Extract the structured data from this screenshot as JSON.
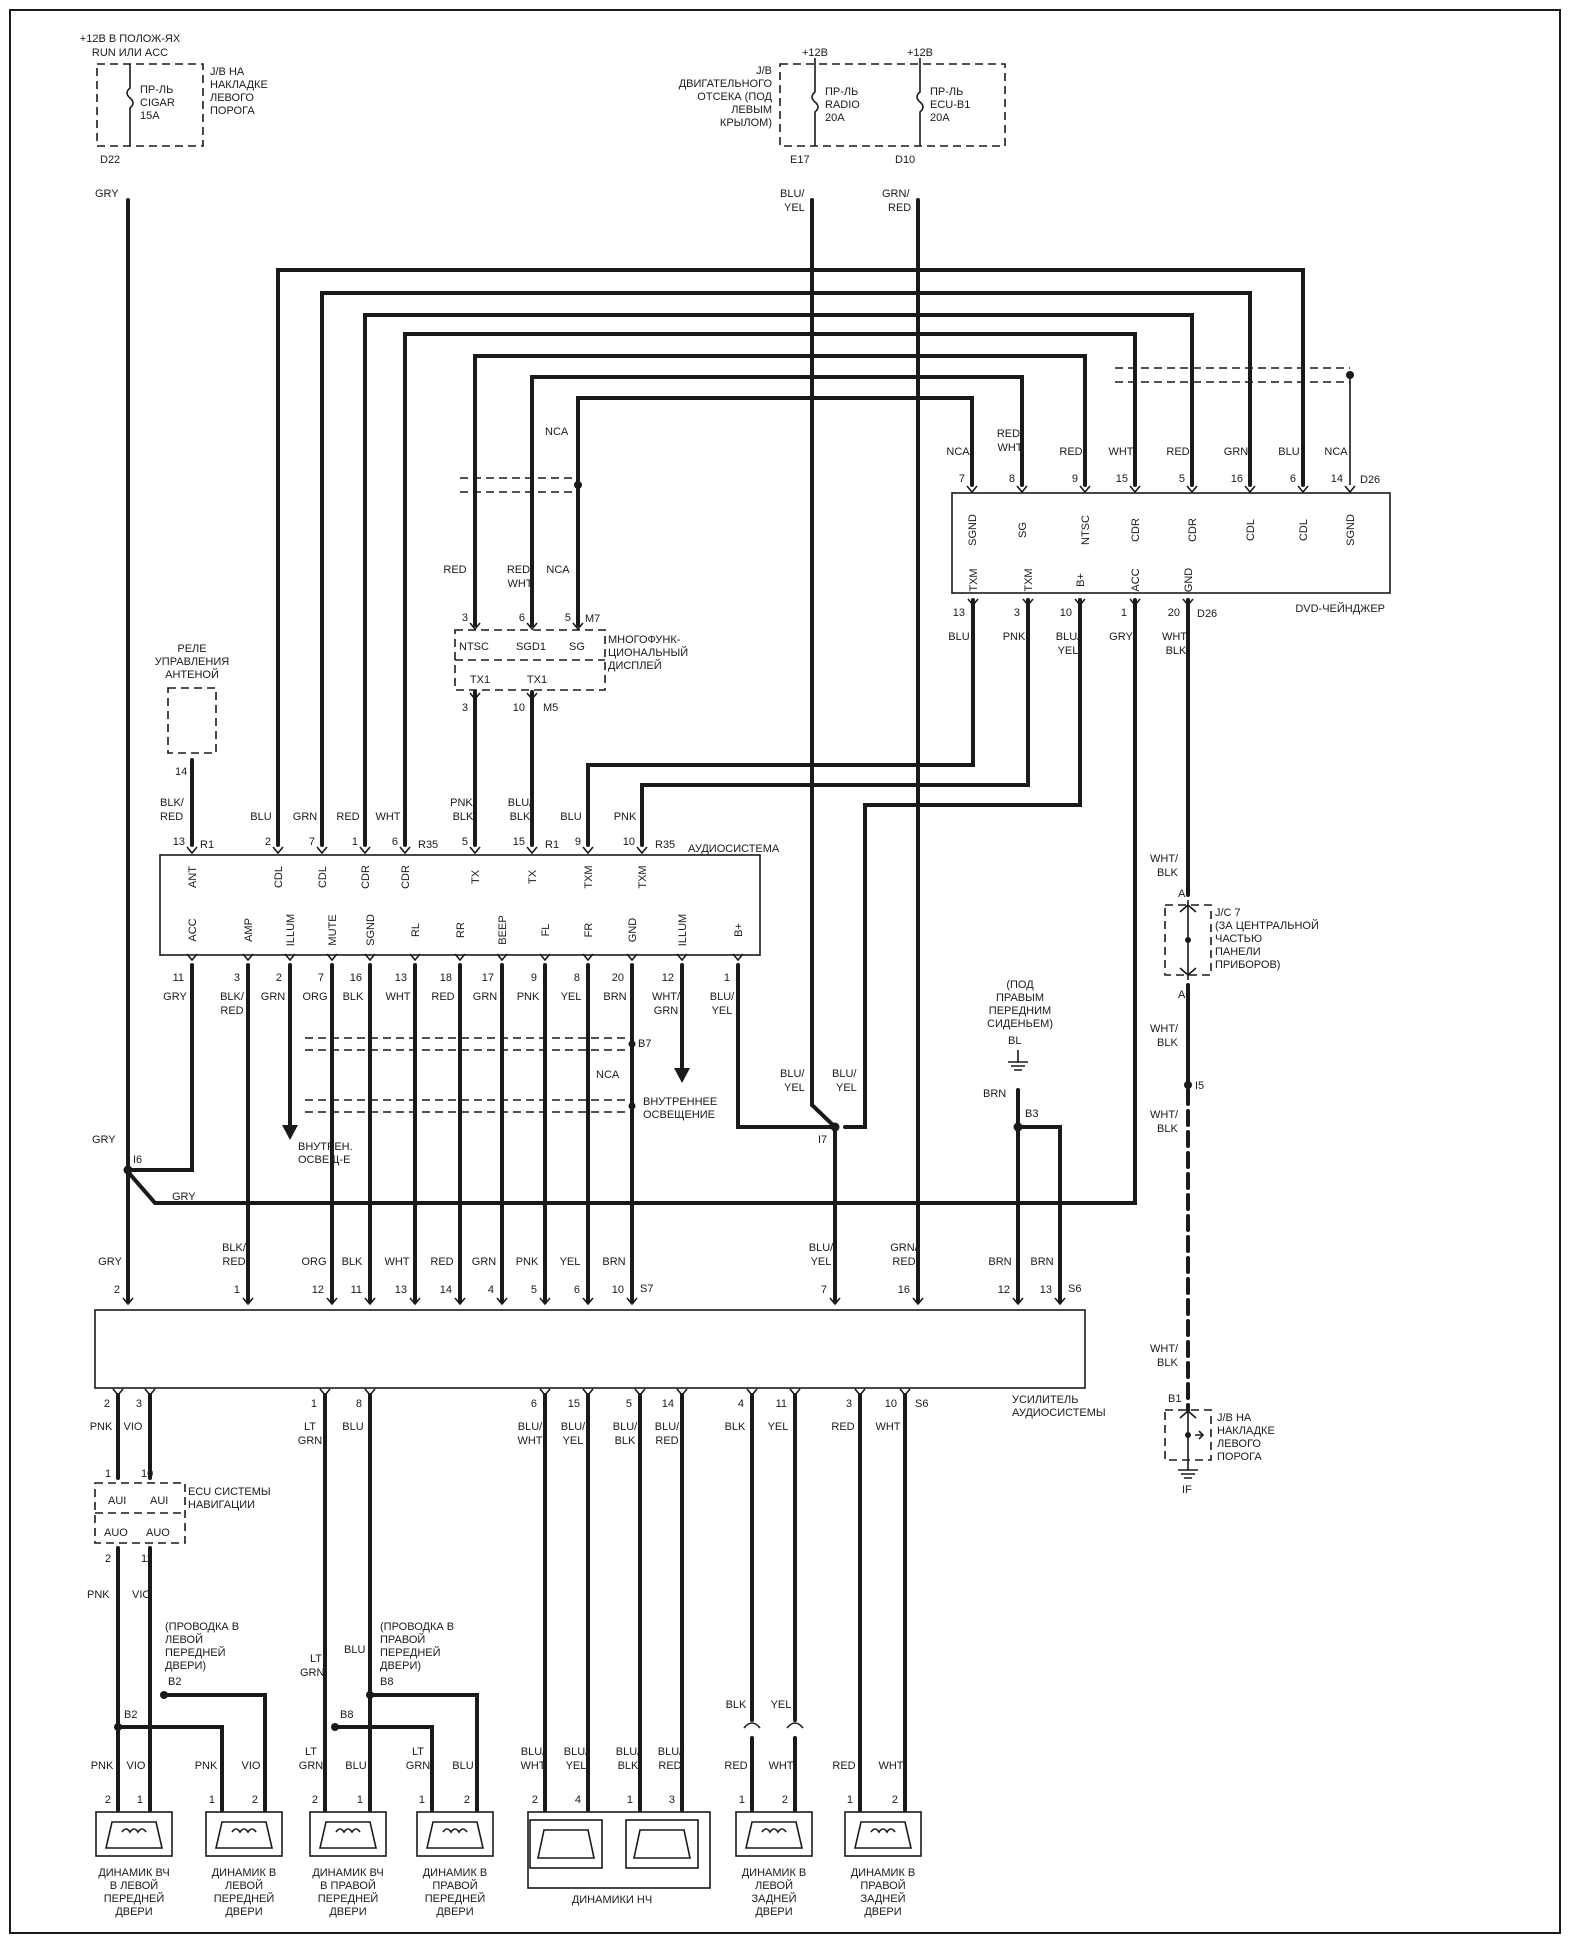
{
  "fuses": {
    "left": {
      "supply": "+12В В ПОЛОЖ-ЯХ",
      "supply2": "RUN ИЛИ ACC",
      "jb1": "J/B НА",
      "jb2": "НАКЛАДКЕ",
      "jb3": "ЛЕВОГО",
      "jb4": "ПОРОГА",
      "f1": "ПР-ЛЬ",
      "f2": "CIGAR",
      "f3": "15A",
      "connector": "D22",
      "wire": "GRY"
    },
    "engine_jb": {
      "l1": "J/B",
      "l2": "ДВИГАТЕЛЬНОГО",
      "l3": "ОТСЕКА (ПОД",
      "l4": "ЛЕВЫМ",
      "l5": "КРЫЛОМ)"
    },
    "radio": {
      "supply": "+12В",
      "f1": "ПР-ЛЬ",
      "f2": "RADIO",
      "f3": "20A",
      "connector": "E17",
      "wire1": "BLU/",
      "wire2": "YEL"
    },
    "ecu": {
      "supply": "+12В",
      "f1": "ПР-ЛЬ",
      "f2": "ECU-B1",
      "f3": "20A",
      "connector": "D10",
      "wire1": "GRN/",
      "wire2": "RED"
    }
  },
  "dvd": {
    "title": "DVD-ЧЕЙНДЖЕР",
    "top_connector": "D26",
    "top_pins": [
      {
        "wire": "NCA",
        "num": "7",
        "label": "SGND"
      },
      {
        "wire": "RED/",
        "wire2": "WHT",
        "num": "8",
        "label": "SG"
      },
      {
        "wire": "RED",
        "num": "9",
        "label": "NTSC"
      },
      {
        "wire": "WHT",
        "num": "15",
        "label": "CDR"
      },
      {
        "wire": "RED",
        "num": "5",
        "label": "CDR"
      },
      {
        "wire": "GRN",
        "num": "16",
        "label": "CDL"
      },
      {
        "wire": "BLU",
        "num": "6",
        "label": "CDL"
      },
      {
        "wire": "NCA",
        "num": "14",
        "label": "SGND"
      }
    ],
    "bottom_connector": "D26",
    "bottom_pins": [
      {
        "label": "TXM",
        "num": "13",
        "wire": "BLU"
      },
      {
        "label": "TXM",
        "num": "3",
        "wire": "PNK"
      },
      {
        "label": "B+",
        "num": "10",
        "wire": "BLU/",
        "wire2": "YEL"
      },
      {
        "label": "ACC",
        "num": "1",
        "wire": "GRY"
      },
      {
        "label": "GND",
        "num": "20",
        "wire": "WHT/",
        "wire2": "BLK"
      }
    ]
  },
  "display": {
    "l1": "МНОГОФУНК-",
    "l2": "ЦИОНАЛЬНЫЙ",
    "l3": "ДИСПЛЕЙ",
    "top_connector": "M7",
    "bottom_connector": "M5",
    "nca": "NCA",
    "top_pins": [
      {
        "wire": "RED",
        "num": "3",
        "label": "NTSC"
      },
      {
        "wire": "RED/",
        "wire2": "WHT",
        "num": "6",
        "label": "SGD1"
      },
      {
        "wire": "NCA",
        "num": "5",
        "label": "SG"
      }
    ],
    "bottom_pins": [
      {
        "label": "TX1",
        "num": "3",
        "wire": "PNK/",
        "wire2": "BLK"
      },
      {
        "label": "TX1",
        "num": "10",
        "wire": "BLU/",
        "wire2": "BLK"
      }
    ]
  },
  "relay": {
    "l1": "РЕЛЕ",
    "l2": "УПРАВЛЕНИЯ",
    "l3": "АНТЕНОЙ",
    "pin": "14",
    "wire1": "BLK/",
    "wire2": "RED"
  },
  "audio": {
    "title": "АУДИОСИСТЕМА",
    "conn_r1": "R1",
    "conn_r35": "R35",
    "conn_r35b": "R35",
    "conn_r1b": "R1",
    "top_pins": [
      {
        "num": "13",
        "label": "ANT"
      },
      {
        "num": "2",
        "label": "CDL",
        "wire": "BLU"
      },
      {
        "num": "7",
        "label": "CDL",
        "wire": "GRN"
      },
      {
        "num": "1",
        "label": "CDR",
        "wire": "RED"
      },
      {
        "num": "6",
        "label": "CDR",
        "wire": "WHT"
      },
      {
        "num": "5",
        "label": "TX"
      },
      {
        "num": "15",
        "label": "TX"
      },
      {
        "num": "9",
        "label": "TXM",
        "wire": "BLU"
      },
      {
        "num": "10",
        "label": "TXM",
        "wire": "PNK"
      }
    ],
    "bottom_pins": [
      {
        "label": "ACC",
        "num": "11",
        "wire": "GRY"
      },
      {
        "label": "AMP",
        "num": "3",
        "wire": "BLK/",
        "wire2": "RED"
      },
      {
        "label": "ILLUM",
        "num": "2",
        "wire": "GRN"
      },
      {
        "label": "MUTE",
        "num": "7",
        "wire": "ORG"
      },
      {
        "label": "SGND",
        "num": "16",
        "wire": "BLK"
      },
      {
        "label": "RL",
        "num": "13",
        "wire": "WHT"
      },
      {
        "label": "RR",
        "num": "18",
        "wire": "RED"
      },
      {
        "label": "BEEP",
        "num": "17",
        "wire": "GRN"
      },
      {
        "label": "FL",
        "num": "9",
        "wire": "PNK"
      },
      {
        "label": "FR",
        "num": "8",
        "wire": "YEL"
      },
      {
        "label": "GND",
        "num": "20",
        "wire": "BRN"
      },
      {
        "label": "ILLUM",
        "num": "12",
        "wire": "WHT/",
        "wire2": "GRN"
      },
      {
        "label": "B+",
        "num": "1",
        "wire": "BLU/",
        "wire2": "YEL"
      }
    ]
  },
  "misc": {
    "inner_light_l1": "ВНУТРЕН.",
    "inner_light_l2": "ОСВЕЩ-Е",
    "inner_light2_l1": "ВНУТРЕННЕЕ",
    "inner_light2_l2": "ОСВЕЩЕНИЕ",
    "b7": "B7",
    "nca": "NCA",
    "i6": "I6",
    "i7": "I7",
    "gry": "GRY",
    "gry2": "GRY",
    "blu_yel_a1": "BLU/",
    "blu_yel_a2": "YEL",
    "blu_yel_b1": "BLU/",
    "blu_yel_b2": "YEL",
    "ground_l1": "(ПОД",
    "ground_l2": "ПРАВЫМ",
    "ground_l3": "ПЕРЕДНИМ",
    "ground_l4": "СИДЕНЬЕМ)",
    "bl": "BL",
    "brn": "BRN",
    "b3": "B3",
    "jc7": "J/C 7",
    "jc7_l1": "(ЗА ЦЕНТРАЛЬНОЙ",
    "jc7_l2": "ЧАСТЬЮ",
    "jc7_l3": "ПАНЕЛИ",
    "jc7_l4": "ПРИБОРОВ)",
    "jc_a_top": "A",
    "jc_a_bot": "A",
    "i5": "I5",
    "wb1": "WHT/",
    "wb2": "BLK",
    "jb_l1": "J/B НА",
    "jb_l2": "НАКЛАДКЕ",
    "jb_l3": "ЛЕВОГО",
    "jb_l4": "ПОРОГА",
    "b1": "B1",
    "if": "IF"
  },
  "amplifier": {
    "title1": "УСИЛИТЕЛЬ",
    "title2": "АУДИОСИСТЕМЫ",
    "conn_s7": "S7",
    "conn_s6": "S6",
    "conn_s6b": "S6",
    "top_pins": [
      {
        "wire": "GRY",
        "num": "2"
      },
      {
        "wire": "BLK/",
        "wire2": "RED",
        "num": "1"
      },
      {
        "wire": "ORG",
        "num": "12"
      },
      {
        "wire": "BLK",
        "num": "11"
      },
      {
        "wire": "WHT",
        "num": "13"
      },
      {
        "wire": "RED",
        "num": "14"
      },
      {
        "wire": "GRN",
        "num": "4"
      },
      {
        "wire": "PNK",
        "num": "5"
      },
      {
        "wire": "YEL",
        "num": "6"
      },
      {
        "wire": "BRN",
        "num": "10"
      },
      {
        "wire": "BLU/",
        "wire2": "YEL",
        "num": "7"
      },
      {
        "wire": "GRN/",
        "wire2": "RED",
        "num": "16"
      },
      {
        "wire": "BRN",
        "num": "12"
      },
      {
        "wire": "BRN",
        "num": "13"
      }
    ],
    "bottom_pins": [
      {
        "num": "2",
        "wire": "PNK"
      },
      {
        "num": "3",
        "wire": "VIO"
      },
      {
        "num": "1",
        "wire": "LT",
        "wire2": "GRN"
      },
      {
        "num": "8",
        "wire": "BLU"
      },
      {
        "num": "6",
        "wire": "BLU/",
        "wire2": "WHT"
      },
      {
        "num": "15",
        "wire": "BLU/",
        "wire2": "YEL"
      },
      {
        "num": "5",
        "wire": "BLU/",
        "wire2": "BLK"
      },
      {
        "num": "14",
        "wire": "BLU/",
        "wire2": "RED"
      },
      {
        "num": "4",
        "wire": "BLK"
      },
      {
        "num": "11",
        "wire": "YEL"
      },
      {
        "num": "3",
        "wire": "RED"
      },
      {
        "num": "10",
        "wire": "WHT"
      }
    ]
  },
  "nav": {
    "l1": "ECU СИСТЕМЫ",
    "l2": "НАВИГАЦИИ",
    "p1": "1",
    "p10": "10",
    "p2": "2",
    "p11": "11",
    "aui": "AUI",
    "aui2": "AUI",
    "auo": "AUO",
    "auo2": "AUO",
    "pnk": "PNK",
    "vio": "VIO"
  },
  "door_notes": {
    "left_l1": "(ПРОВОДКА В",
    "left_l2": "ЛЕВОЙ",
    "left_l3": "ПЕРЕДНЕЙ",
    "left_l4": "ДВЕРИ)",
    "right_l1": "(ПРОВОДКА В",
    "right_l2": "ПРАВОЙ",
    "right_l3": "ПЕРЕДНЕЙ",
    "right_l4": "ДВЕРИ)",
    "b2a": "B2",
    "b2b": "B2",
    "b8a": "B8",
    "b8b": "B8",
    "lt_grn1": "LT",
    "lt_grn2": "GRN",
    "blu": "BLU"
  },
  "speakers": [
    {
      "l1": "ДИНАМИК ВЧ",
      "l2": "В ЛЕВОЙ",
      "l3": "ПЕРЕДНЕЙ",
      "l4": "ДВЕРИ",
      "pinA": "2",
      "pinB": "1",
      "wA": "PNK",
      "wB": "VIO"
    },
    {
      "l1": "ДИНАМИК В",
      "l2": "ЛЕВОЙ",
      "l3": "ПЕРЕДНЕЙ",
      "l4": "ДВЕРИ",
      "pinA": "1",
      "pinB": "2",
      "wA": "PNK",
      "wB": "VIO"
    },
    {
      "l1": "ДИНАМИК ВЧ",
      "l2": "В ПРАВОЙ",
      "l3": "ПЕРЕДНЕЙ",
      "l4": "ДВЕРИ",
      "pinA": "2",
      "pinB": "1",
      "wA": "LT",
      "wA2": "GRN",
      "wB": "BLU"
    },
    {
      "l1": "ДИНАМИК В",
      "l2": "ПРАВОЙ",
      "l3": "ПЕРЕДНЕЙ",
      "l4": "ДВЕРИ",
      "pinA": "1",
      "pinB": "2",
      "wA": "LT",
      "wA2": "GRN",
      "wB": "BLU"
    },
    {
      "l1": "ДИНАМИКИ НЧ",
      "pinA": "2",
      "pinB": "4",
      "pinC": "1",
      "pinD": "3",
      "wA": "BLU/",
      "wA2": "WHT",
      "wB": "BLU/",
      "wB2": "YEL",
      "wC": "BLU/",
      "wC2": "BLK",
      "wD": "BLU/",
      "wD2": "RED"
    },
    {
      "l1": "ДИНАМИК В",
      "l2": "ЛЕВОЙ",
      "l3": "ЗАДНЕЙ",
      "l4": "ДВЕРИ",
      "pinA": "1",
      "pinB": "2",
      "wA": "RED",
      "wB": "WHT",
      "upA": "BLK",
      "upB": "YEL"
    },
    {
      "l1": "ДИНАМИК В",
      "l2": "ПРАВОЙ",
      "l3": "ЗАДНЕЙ",
      "l4": "ДВЕРИ",
      "pinA": "1",
      "pinB": "2",
      "wA": "RED",
      "wB": "WHT"
    }
  ]
}
